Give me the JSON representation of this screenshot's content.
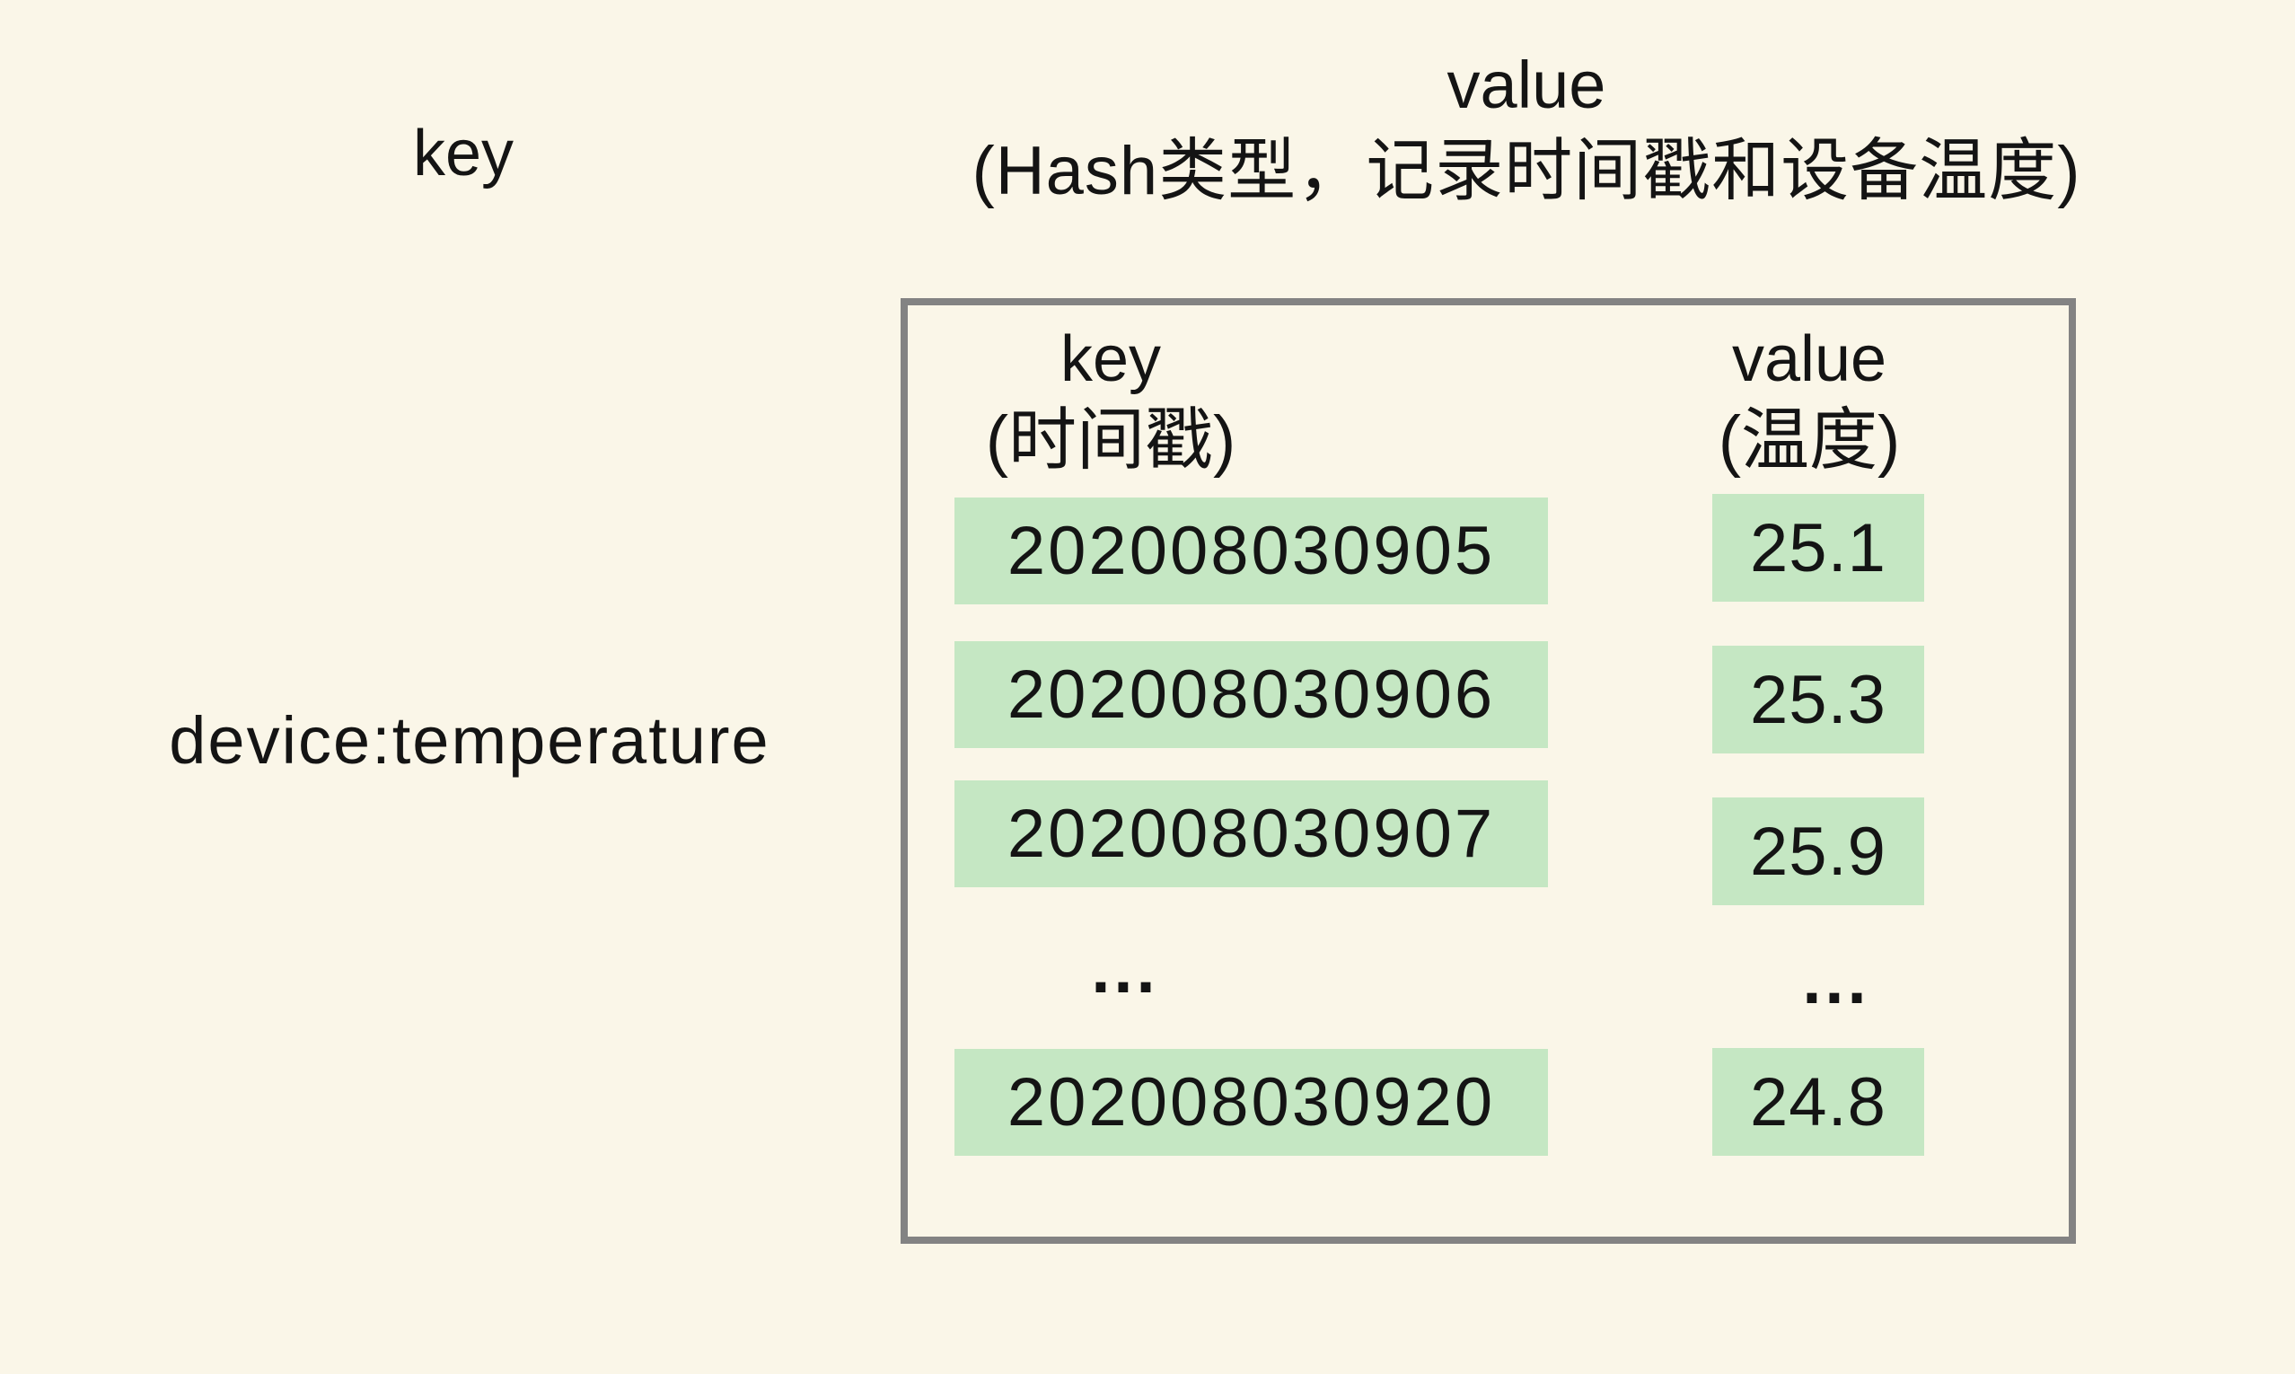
{
  "labels": {
    "outer_key_title": "key",
    "outer_value_title": "value",
    "outer_value_subtitle": "(Hash类型，记录时间戳和设备温度)",
    "redis_key": "device:temperature"
  },
  "hash_box": {
    "field_header": {
      "title": "key",
      "subtitle": "(时间戳)"
    },
    "value_header": {
      "title": "value",
      "subtitle": "(温度)"
    },
    "entries": [
      {
        "field": "202008030905",
        "value": "25.1"
      },
      {
        "field": "202008030906",
        "value": "25.3"
      },
      {
        "field": "202008030907",
        "value": "25.9"
      },
      {
        "field": "...",
        "value": "...",
        "ellipsis": true
      },
      {
        "field": "202008030920",
        "value": "24.8"
      }
    ]
  },
  "colors": {
    "background": "#FAF6E8",
    "cell_green": "#C5E7C3",
    "box_border": "#838383",
    "text": "#141414"
  }
}
